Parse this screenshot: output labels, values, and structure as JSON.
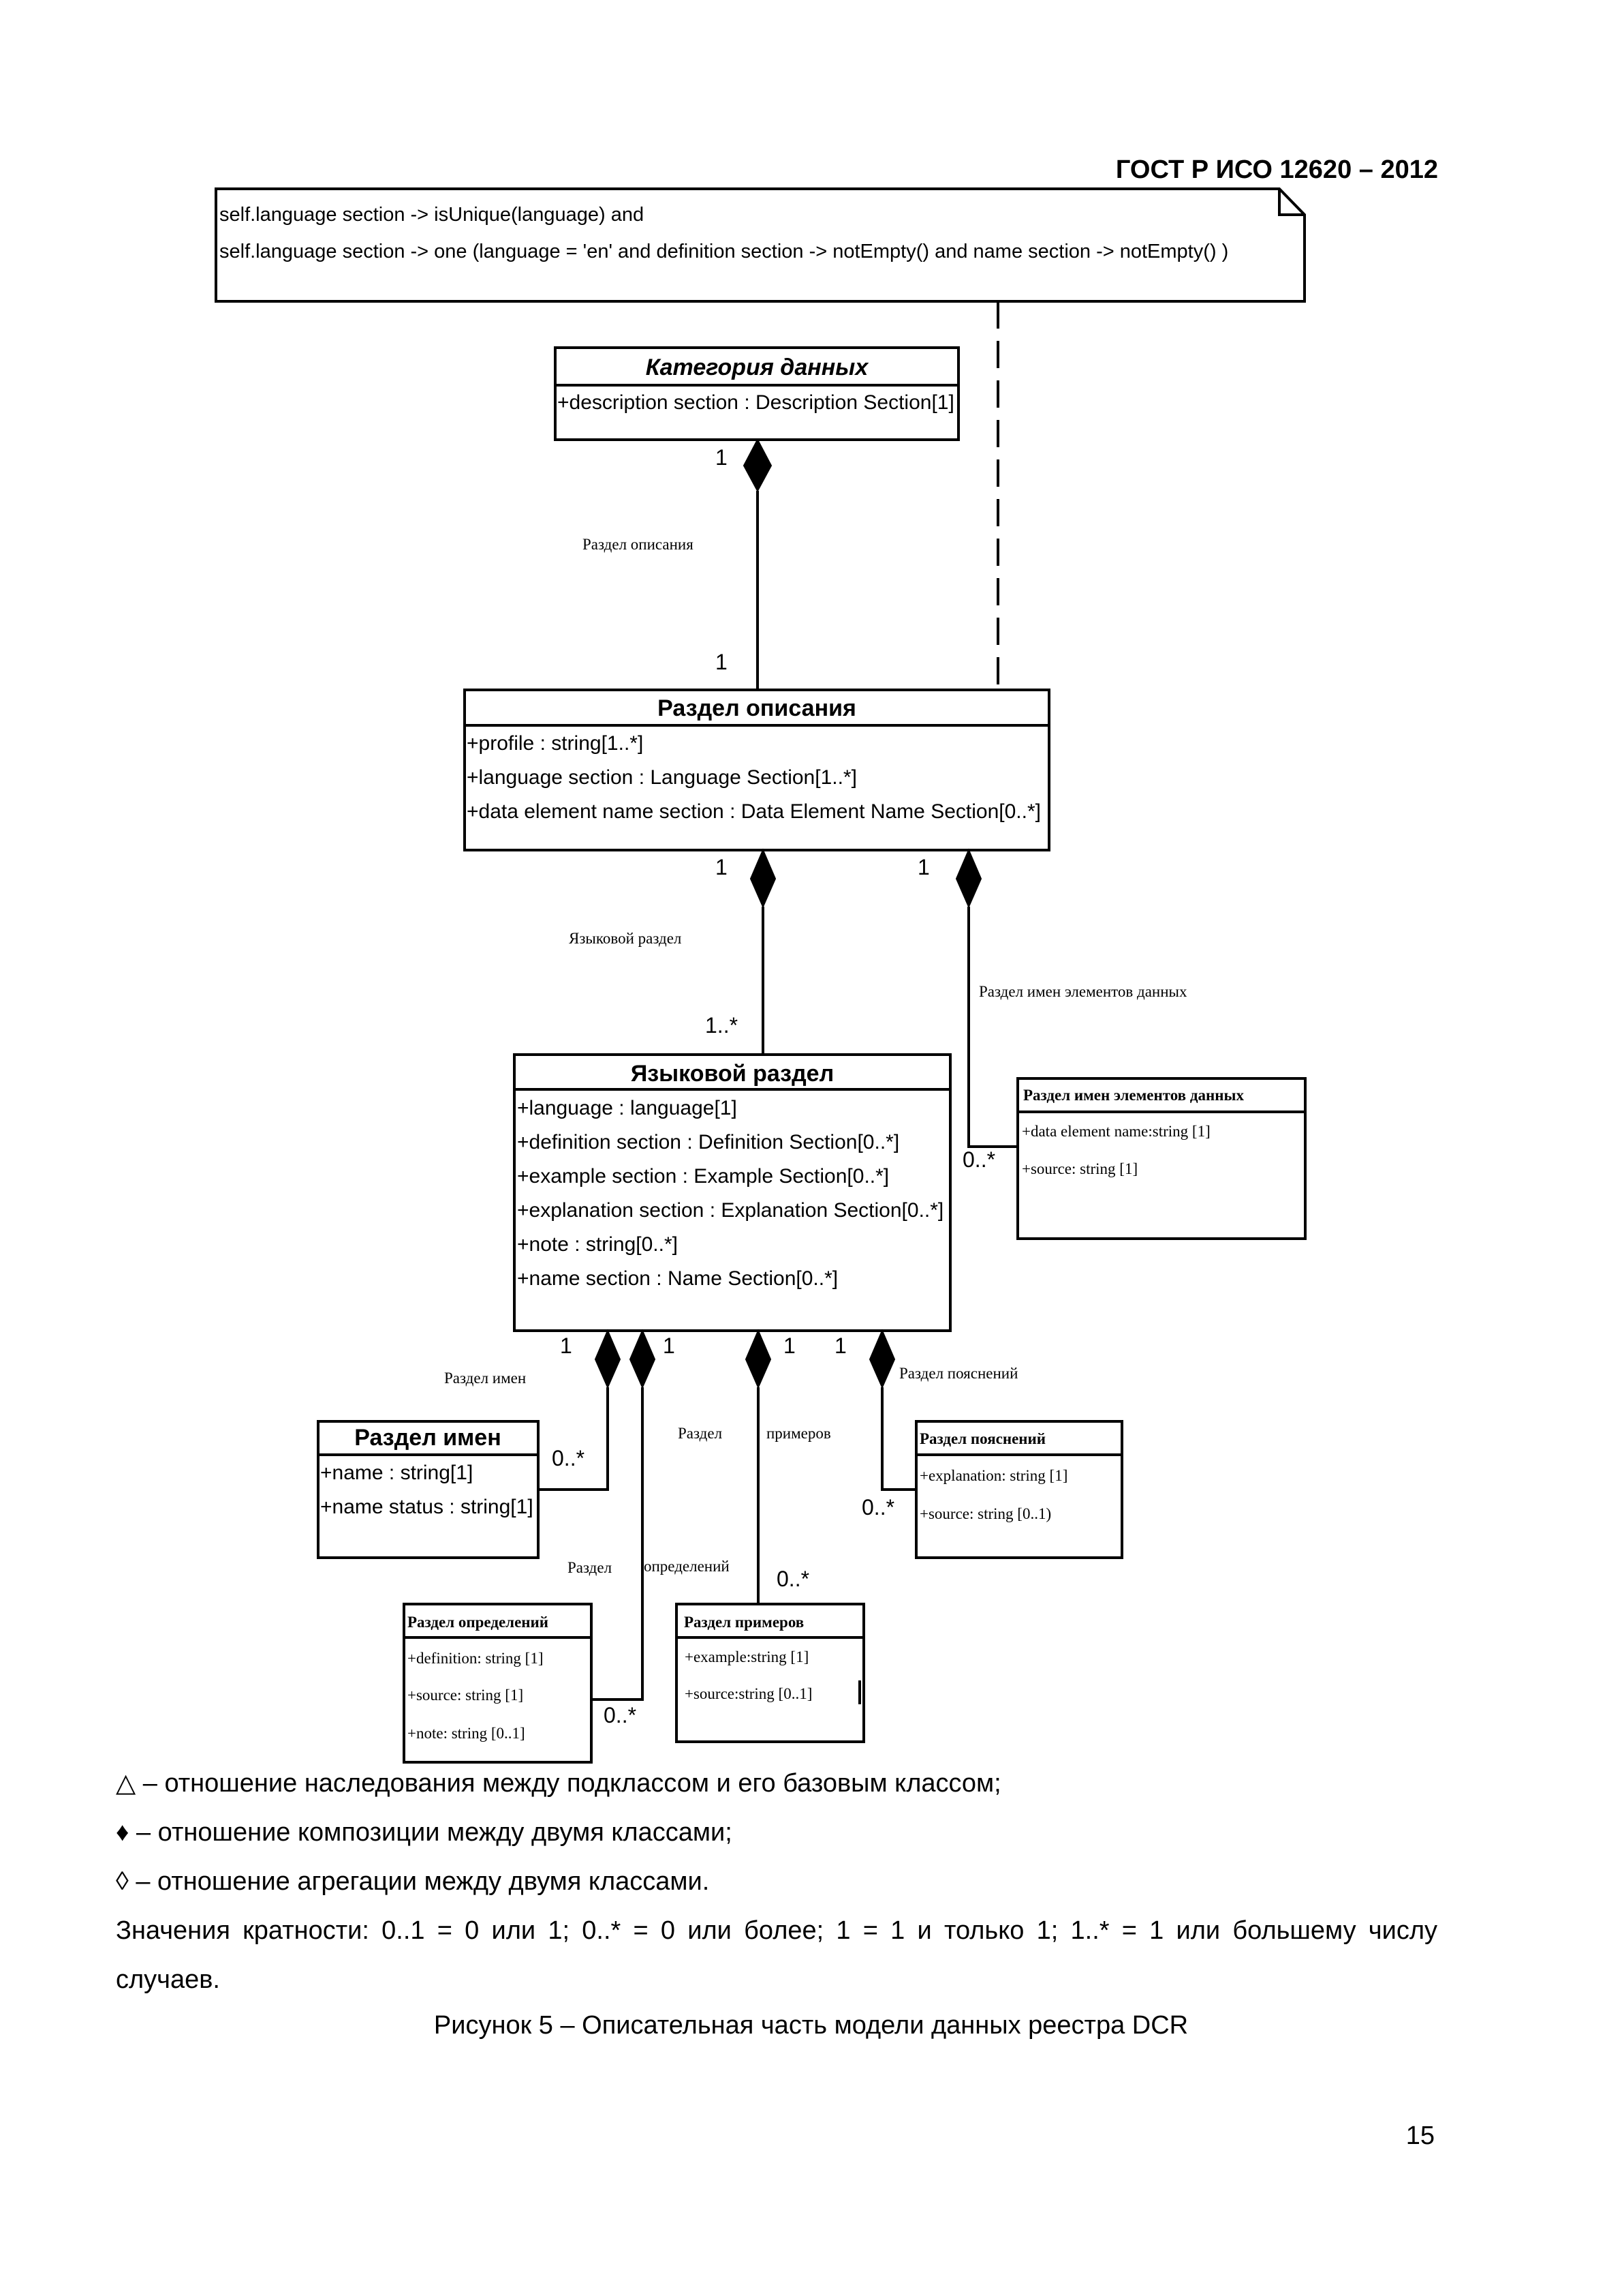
{
  "header": {
    "standard": "ГОСТ Р ИСО 12620 – 2012"
  },
  "note": {
    "line1": "self.language section -> isUnique(language) and",
    "line2": "self.language section -> one (language = 'en' and definition section -> notEmpty() and name section -> notEmpty() )"
  },
  "classes": {
    "category": {
      "title": "Категория данных",
      "attrs": [
        "+description section : Description Section[1]"
      ]
    },
    "description": {
      "title": "Раздел описания",
      "attrs": [
        "+profile : string[1..*]",
        "+language section : Language Section[1..*]",
        "+data element name section : Data Element Name Section[0..*]"
      ]
    },
    "language": {
      "title": "Языковой раздел",
      "attrs": [
        "+language : language[1]",
        "+definition section : Definition Section[0..*]",
        "+example section : Example Section[0..*]",
        "+explanation section : Explanation Section[0..*]",
        "+note : string[0..*]",
        "+name section : Name Section[0..*]"
      ]
    },
    "dataElementName": {
      "title": "Раздел имен элементов данных",
      "attrs": [
        "+data element name:string [1]",
        "+source: string [1]"
      ]
    },
    "name": {
      "title": "Раздел имен",
      "attrs": [
        "+name : string[1]",
        "+name status : string[1]"
      ]
    },
    "explanation": {
      "title": "Раздел пояснений",
      "attrs": [
        "+explanation: string [1]",
        "+source: string [0..1)"
      ]
    },
    "definition": {
      "title": "Раздел определений",
      "attrs": [
        "+definition: string [1]",
        "+source: string [1]",
        "+note: string [0..1]"
      ]
    },
    "example": {
      "title": "Раздел примеров",
      "attrs": [
        "+example:string [1]",
        "+source:string [0..1]"
      ]
    }
  },
  "relations": {
    "catDesc": {
      "label": "Раздел описания",
      "m_top": "1",
      "m_bottom": "1"
    },
    "descLang": {
      "label": "Языковой раздел",
      "m_top": "1",
      "m_bottom": "1..*"
    },
    "descDen": {
      "label": "Раздел имен элементов данных",
      "m_top": "1",
      "m_end": "0..*"
    },
    "langName": {
      "label": "Раздел имен",
      "m_top": "1",
      "m_end": "0..*"
    },
    "langDef": {
      "label_a": "Раздел",
      "label_b": "определений",
      "m_top": "1",
      "m_end": "0..*"
    },
    "langEx": {
      "label_a": "Раздел",
      "label_b": "примеров",
      "m_top": "1",
      "m_end": "0..*"
    },
    "langExpl": {
      "label": "Раздел пояснений",
      "m_top": "1",
      "m_end": "0..*"
    }
  },
  "legend": {
    "inheritance": "△ – отношение наследования между подклассом и его базовым классом;",
    "composition": "♦ – отношение композиции между двумя классами;",
    "aggregation": "◊ – отношение агрегации между двумя классами.",
    "multiplicity_a": "Значения кратности: 0..1 = 0 или 1; 0..* = 0 или более; 1 = 1 и только 1; 1..* = 1 или большему числу",
    "multiplicity_b": "случаев."
  },
  "caption": "Рисунок 5 – Описательная часть модели данных реестра DCR",
  "page_number": "15"
}
